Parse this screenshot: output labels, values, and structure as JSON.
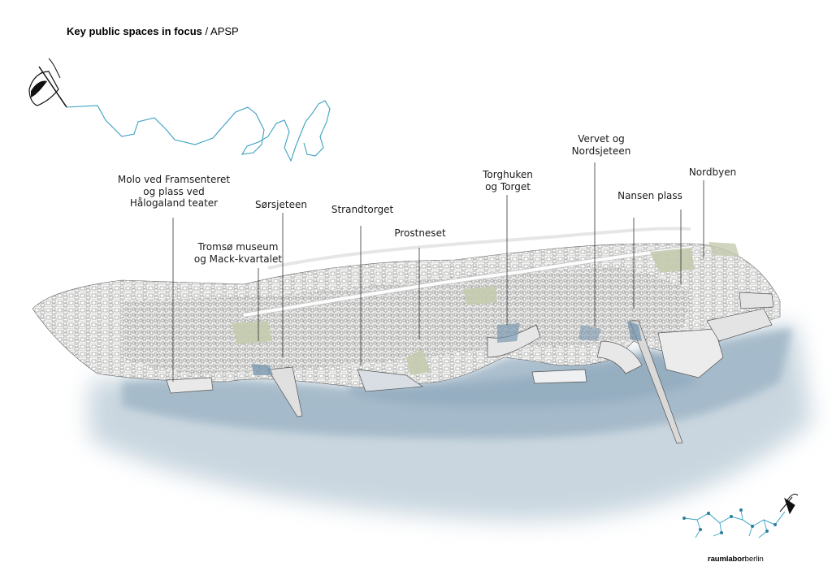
{
  "header": {
    "title_bold": "Key public spaces in focus",
    "title_suffix": "/ APSP"
  },
  "places": [
    {
      "id": "molo",
      "label": "Molo ved Framsenteret\nog plass ved\nHålogaland teater"
    },
    {
      "id": "tromso-museum",
      "label": "Tromsø museum\nog Mack-kvartalet"
    },
    {
      "id": "sorsjeteen",
      "label": "Sørsjeteen"
    },
    {
      "id": "strandtorget",
      "label": "Strandtorget"
    },
    {
      "id": "prostneset",
      "label": "Prostneset"
    },
    {
      "id": "torghuken",
      "label": "Torghuken\nog Torget"
    },
    {
      "id": "vervet",
      "label": "Vervet og\nNordsjeteen"
    },
    {
      "id": "nansen",
      "label": "Nansen plass"
    },
    {
      "id": "nordbyen",
      "label": "Nordbyen"
    }
  ],
  "footer": {
    "brand_bold": "raumlabor",
    "brand_regular": "berlin"
  },
  "colors": {
    "water": "#b7c9d5",
    "water_deep": "#8fa9bd",
    "park": "#c3cbae",
    "outline": "#3aa1c0",
    "ink": "#222222"
  },
  "icons": {
    "top_left": "hand-drawing-pen-icon",
    "bottom_right": "hand-drawing-network-icon"
  }
}
